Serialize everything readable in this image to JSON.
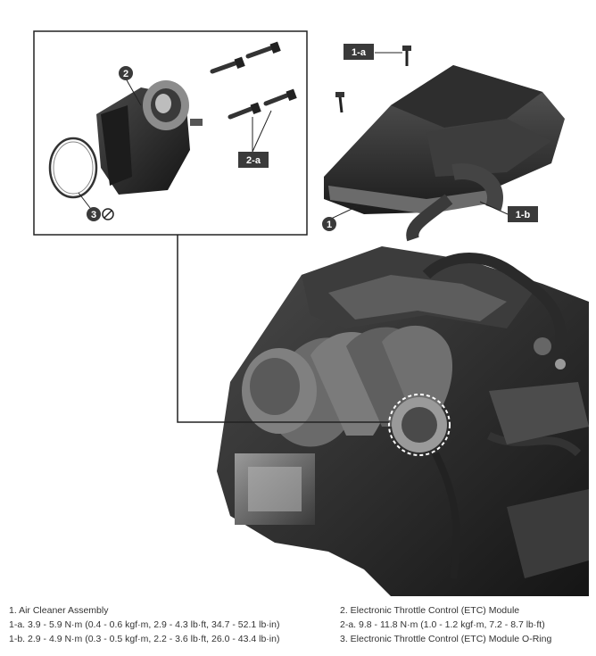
{
  "callouts": {
    "c1": "1",
    "c1a": "1-a",
    "c1b": "1-b",
    "c2": "2",
    "c2a": "2-a",
    "c3": "3"
  },
  "legend": {
    "left": [
      "1. Air Cleaner Assembly",
      "1-a. 3.9 - 5.9 N·m (0.4 - 0.6 kgf·m, 2.9 - 4.3 lb·ft, 34.7 - 52.1 lb·in)",
      "1-b. 2.9 - 4.9 N·m (0.3 - 0.5 kgf·m, 2.2 - 3.6 lb·ft, 26.0 - 43.4 lb·in)"
    ],
    "right": [
      "2. Electronic Throttle Control (ETC) Module",
      "2-a. 9.8 - 11.8 N·m (1.0 - 1.2 kgf·m, 7.2 - 8.7 lb·ft)",
      "3. Electronic Throttle Control (ETC) Module O-Ring"
    ]
  },
  "colors": {
    "callout_box": "#3a3a3a",
    "callout_text": "#ffffff",
    "engine_dark": "#2a2a2a",
    "engine_mid": "#555555",
    "engine_light": "#8a8a8a"
  },
  "icons": {
    "no_reuse": "prohibition-icon"
  }
}
